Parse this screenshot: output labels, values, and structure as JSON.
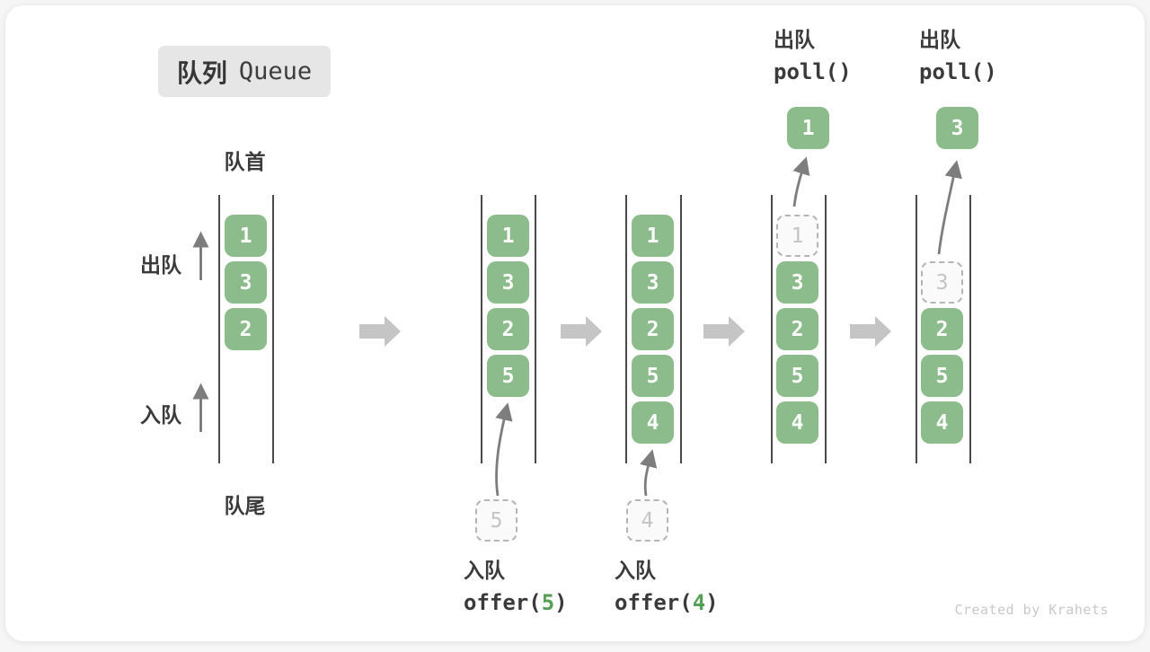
{
  "diagram": {
    "title": {
      "zh": "队列",
      "en": "Queue"
    },
    "labels": {
      "front": "队首",
      "rear": "队尾",
      "dequeue": "出队",
      "enqueue": "入队"
    },
    "watermark": "Created by Krahets"
  },
  "colors": {
    "box_green": "#8cbb8c",
    "accent_green": "#55a055",
    "block_arrow_gray": "#c5c5c5",
    "ghost_gray": "#c4c4c4",
    "wall_gray": "#4a4a4a"
  },
  "stages": [
    {
      "boxes": [
        "1",
        "3",
        "2"
      ]
    },
    {
      "boxes": [
        "1",
        "3",
        "2",
        "5"
      ],
      "incoming": "5",
      "op": {
        "label": "入队",
        "fn_prefix": "offer(",
        "arg": "5",
        "fn_suffix": ")"
      }
    },
    {
      "boxes": [
        "1",
        "3",
        "2",
        "5",
        "4"
      ],
      "incoming": "4",
      "op": {
        "label": "入队",
        "fn_prefix": "offer(",
        "arg": "4",
        "fn_suffix": ")"
      }
    },
    {
      "boxes": [
        "3",
        "2",
        "5",
        "4"
      ],
      "removed": "1",
      "polled": "1",
      "op": {
        "label": "出队",
        "fn": "poll()"
      }
    },
    {
      "boxes": [
        "2",
        "5",
        "4"
      ],
      "removed": "3",
      "polled": "3",
      "op": {
        "label": "出队",
        "fn": "poll()"
      }
    }
  ]
}
